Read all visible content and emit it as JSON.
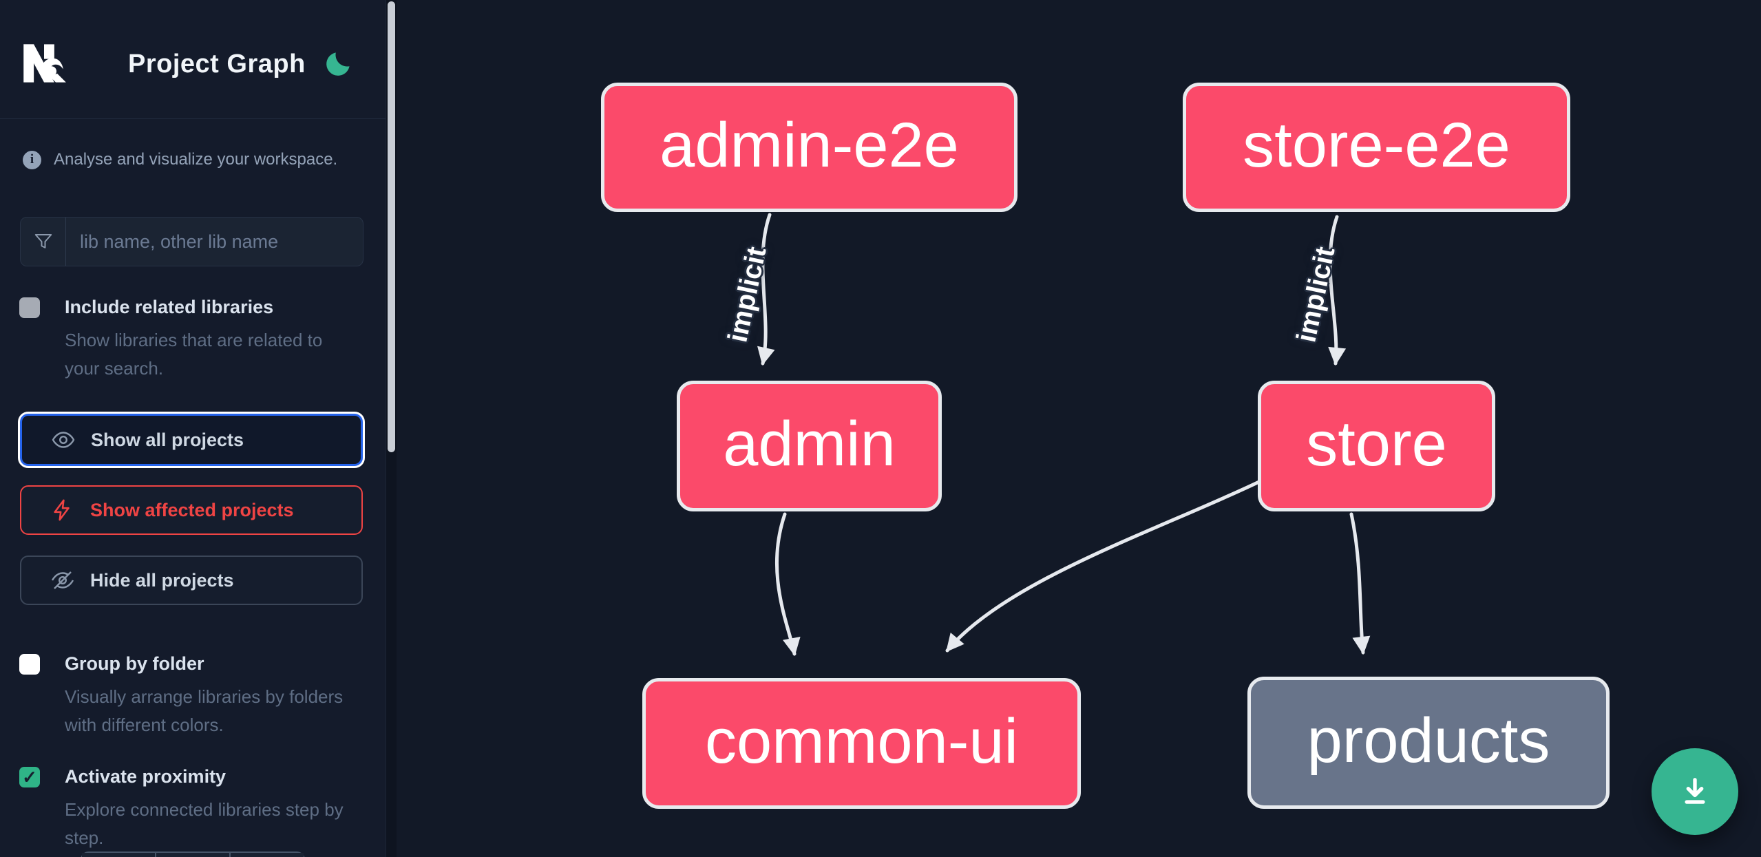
{
  "header": {
    "title": "Project Graph",
    "logo_name": "Nx",
    "theme_toggle": "dark-mode-moon"
  },
  "info": {
    "text": "Analyse and visualize your workspace."
  },
  "search": {
    "placeholder": "lib name, other lib name",
    "value": ""
  },
  "options": [
    {
      "label": "Include related libraries",
      "description": "Show libraries that are related to your search.",
      "checked": false
    },
    {
      "label": "Group by folder",
      "description": "Visually arrange libraries by folders with different colors.",
      "checked": false
    },
    {
      "label": "Activate proximity",
      "description": "Explore connected libraries step by step.",
      "checked": true,
      "check_glyph": "✓"
    }
  ],
  "actions": [
    {
      "label": "Show all projects",
      "state": "focused"
    },
    {
      "label": "Show affected projects",
      "state": "affected"
    },
    {
      "label": "Hide all projects",
      "state": "default"
    }
  ],
  "graph": {
    "nodes": [
      {
        "id": "admin-e2e",
        "label": "admin-e2e",
        "style": "highlighted"
      },
      {
        "id": "store-e2e",
        "label": "store-e2e",
        "style": "highlighted"
      },
      {
        "id": "admin",
        "label": "admin",
        "style": "highlighted"
      },
      {
        "id": "store",
        "label": "store",
        "style": "highlighted"
      },
      {
        "id": "common-ui",
        "label": "common-ui",
        "style": "highlighted"
      },
      {
        "id": "products",
        "label": "products",
        "style": "muted"
      }
    ],
    "edges": [
      {
        "from": "admin-e2e",
        "to": "admin",
        "label": "implicit"
      },
      {
        "from": "store-e2e",
        "to": "store",
        "label": "implicit"
      },
      {
        "from": "admin",
        "to": "common-ui",
        "label": ""
      },
      {
        "from": "store",
        "to": "common-ui",
        "label": ""
      },
      {
        "from": "store",
        "to": "products",
        "label": ""
      }
    ]
  },
  "fab": {
    "icon": "download"
  },
  "colors": {
    "node_highlight": "#fb4a6a",
    "node_muted": "#68748a",
    "node_border": "#e7eaee",
    "edge": "#e6e9ee",
    "accent_green": "#36b591",
    "affected_red": "#ef4444",
    "focus_blue": "#2563eb",
    "sidebar_bg": "#141b2b",
    "canvas_bg": "#121927"
  }
}
